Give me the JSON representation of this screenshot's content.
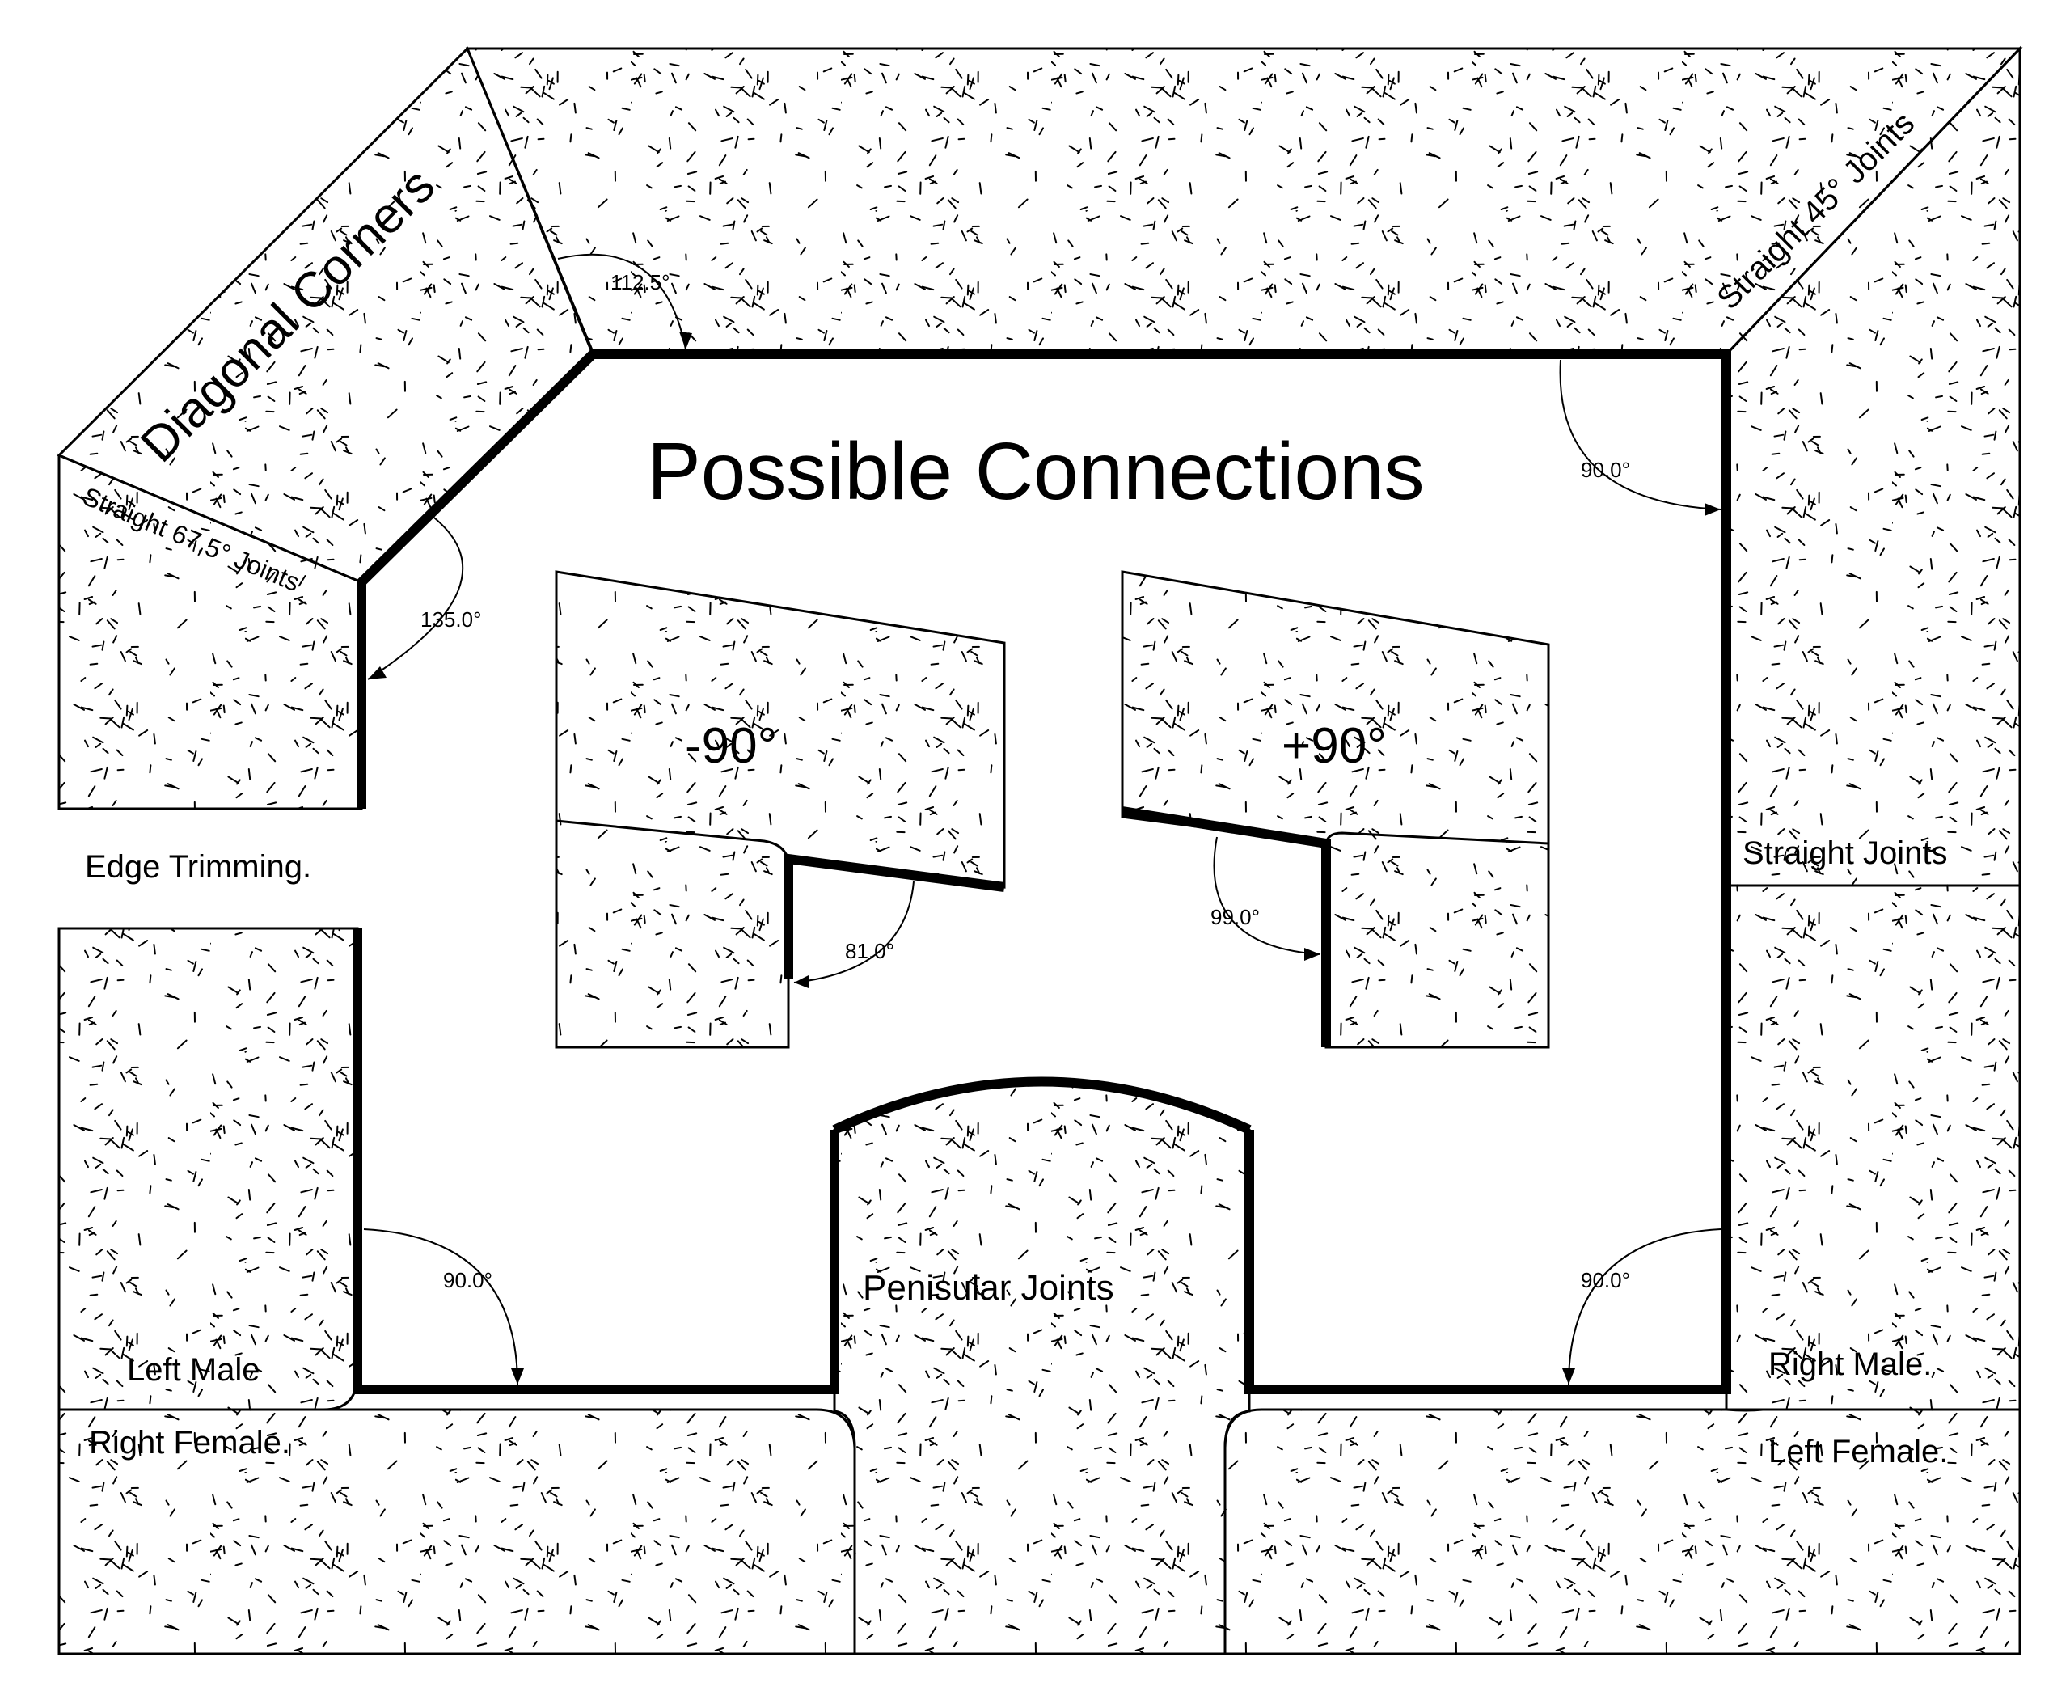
{
  "title": "Possible Connections",
  "colors": {
    "stroke": "#000000",
    "background": "#ffffff",
    "speckle": "#000000"
  },
  "labels": {
    "diagonal_corners": "Diagonal Corners",
    "straight_67_5": "Straight 67.5° Joints",
    "straight_45": "Straight 45° Joints",
    "edge_trimming": "Edge Trimming.",
    "straight_joints": "Straight Joints",
    "left_male": "Left Male",
    "right_male": "Right Male.",
    "right_female": "Right Female.",
    "left_female": "Left Female.",
    "penisular_joints": "Penisular Joints",
    "minus_90": "-90°",
    "plus_90": "+90°"
  },
  "angles": {
    "a112": "112.5°",
    "a90_top": "90.0°",
    "a135": "135.0°",
    "a81": "81.0°",
    "a99": "99.0°",
    "a90_bottom_left": "90.0°",
    "a90_bottom_right": "90.0°"
  }
}
